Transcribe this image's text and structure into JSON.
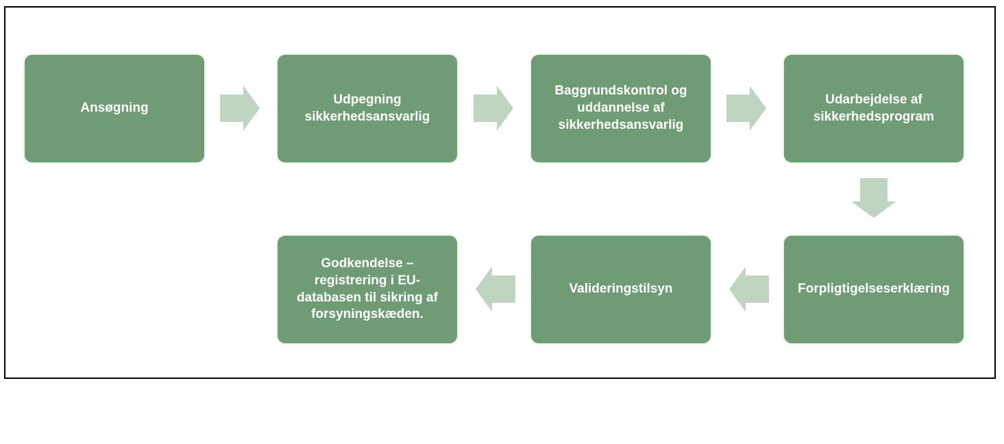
{
  "diagram": {
    "colors": {
      "box_fill": "#6f9c75",
      "arrow_fill": "#bfd5c2",
      "text": "#ffffff",
      "border": "#000000"
    },
    "steps": [
      {
        "label": "Ansøgning"
      },
      {
        "label": "Udpegning\nsikkerhedsansvarlig"
      },
      {
        "label": "Baggrundskontrol og\nuddannelse af\nsikkerhedsansvarlig"
      },
      {
        "label": "Udarbejdelse af\nsikkerhedsprogram"
      },
      {
        "label": "Forpligtigelseserklæring"
      },
      {
        "label": "Valideringstilsyn"
      },
      {
        "label": "Godkendelse –\nregistrering i EU-\ndatabasen til sikring af\nforsyningskæden."
      }
    ],
    "arrows": [
      {
        "from": 1,
        "to": 2,
        "direction": "right"
      },
      {
        "from": 2,
        "to": 3,
        "direction": "right"
      },
      {
        "from": 3,
        "to": 4,
        "direction": "right"
      },
      {
        "from": 4,
        "to": 5,
        "direction": "down"
      },
      {
        "from": 5,
        "to": 6,
        "direction": "left"
      },
      {
        "from": 6,
        "to": 7,
        "direction": "left"
      }
    ]
  }
}
